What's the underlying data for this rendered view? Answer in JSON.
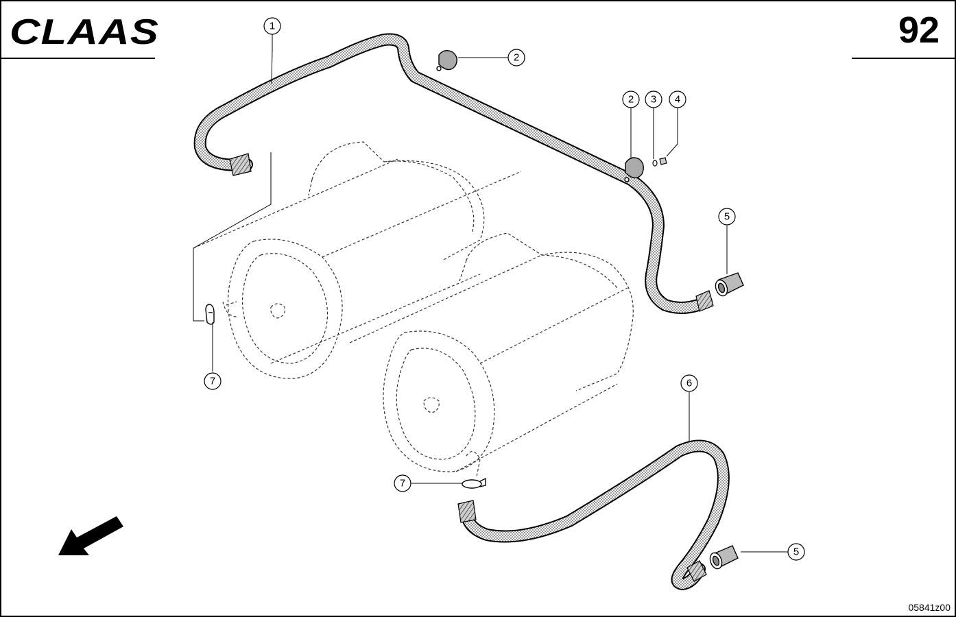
{
  "header": {
    "brand": "CLAAS",
    "page_number": "92"
  },
  "footer": {
    "document_id": "05841z00"
  },
  "callouts": [
    {
      "id": "c1",
      "label": "1"
    },
    {
      "id": "c2a",
      "label": "2"
    },
    {
      "id": "c2b",
      "label": "2"
    },
    {
      "id": "c3",
      "label": "3"
    },
    {
      "id": "c4",
      "label": "4"
    },
    {
      "id": "c5a",
      "label": "5"
    },
    {
      "id": "c5b",
      "label": "5"
    },
    {
      "id": "c6",
      "label": "6"
    },
    {
      "id": "c7a",
      "label": "7"
    },
    {
      "id": "c7b",
      "label": "7"
    }
  ],
  "colors": {
    "line": "#000000",
    "hose_fill": "#9a9a9a",
    "filter_outline": "#444444"
  },
  "icons": [
    "direction-arrow-icon",
    "hose-clamp-icon",
    "hose-connector-icon"
  ]
}
